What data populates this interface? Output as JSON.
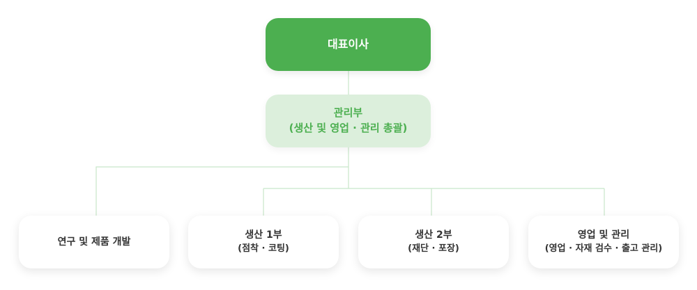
{
  "ceo": {
    "label": "대표이사"
  },
  "management": {
    "title": "관리부",
    "subtitle": "(생산 및 영업 · 관리 총괄)"
  },
  "departments": [
    {
      "title": "연구 및 제품 개발",
      "subtitle": ""
    },
    {
      "title": "생산 1부",
      "subtitle": "(점착 · 코팅)"
    },
    {
      "title": "생산 2부",
      "subtitle": "(재단 · 포장)"
    },
    {
      "title": "영업 및 관리",
      "subtitle": "(영업 · 자재 검수 · 출고 관리)"
    }
  ],
  "colors": {
    "accent": "#4caf50",
    "accent_light": "#dcefdc",
    "connector": "#c8e6c9"
  }
}
